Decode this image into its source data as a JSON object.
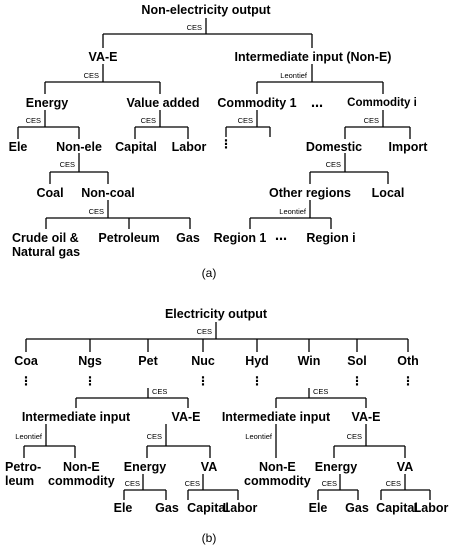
{
  "panel_a": {
    "label": "(a)",
    "root": "Non-electricity output",
    "root_fn": "CES",
    "vae": "VA-E",
    "vae_fn": "CES",
    "intermediate": "Intermediate input (Non-E)",
    "intermediate_fn": "Leontief",
    "energy": "Energy",
    "energy_fn": "CES",
    "value_added": "Value added",
    "value_added_fn": "CES",
    "commodity_1": "Commodity 1",
    "commodity_1_fn": "CES",
    "ellipsis": "…",
    "commodity_i": "Commodity i",
    "commodity_i_fn": "CES",
    "ele": "Ele",
    "non_ele": "Non-ele",
    "non_ele_fn": "CES",
    "capital": "Capital",
    "labor": "Labor",
    "vdots": "⋮",
    "domestic": "Domestic",
    "domestic_fn": "CES",
    "import": "Import",
    "coal": "Coal",
    "non_coal": "Non-coal",
    "non_coal_fn": "CES",
    "other_regions": "Other regions",
    "other_regions_fn": "Leontief",
    "local": "Local",
    "crude": "Crude oil &\nNatural gas",
    "petroleum": "Petroleum",
    "gas": "Gas",
    "region_1": "Region 1",
    "region_dots": "…",
    "region_i": "Region i"
  },
  "panel_b": {
    "label": "(b)",
    "root": "Electricity output",
    "root_fn": "CES",
    "techs": [
      "Coa",
      "Ngs",
      "Pet",
      "Nuc",
      "Hyd",
      "Win",
      "Sol",
      "Oth"
    ],
    "vdots": "⋮",
    "pet_fn": "CES",
    "win_fn": "CES",
    "intermediate": "Intermediate input",
    "intermediate_fn": "Leontief",
    "vae": "VA-E",
    "vae_fn": "CES",
    "petroleum": "Petro-\nleum",
    "non_e_commodity": "Non-E\ncommodity",
    "energy": "Energy",
    "energy_fn": "CES",
    "va": "VA",
    "va_fn": "CES",
    "ele": "Ele",
    "gas": "Gas",
    "capital": "Capital",
    "labor": "Labor"
  }
}
